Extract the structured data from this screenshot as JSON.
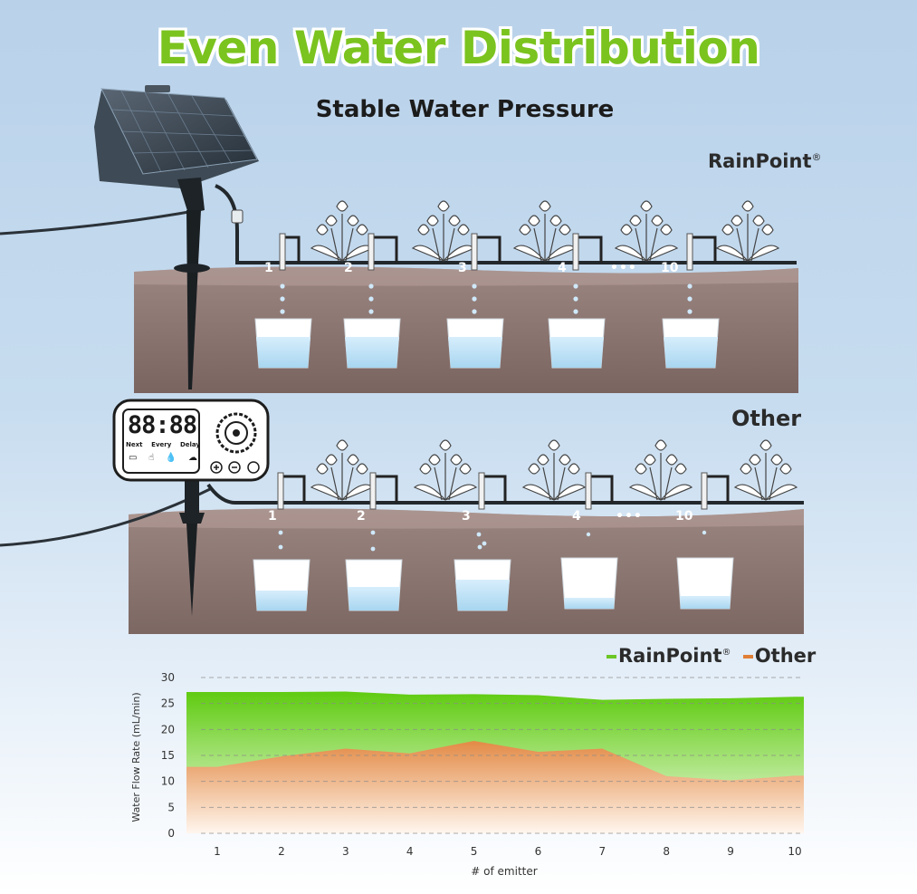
{
  "header": {
    "title": "Even Water Distribution",
    "subtitle": "Stable Water Pressure"
  },
  "brand": {
    "name": "RainPoint",
    "mark": "®"
  },
  "scene_top": {
    "emitter_labels": [
      "1",
      "2",
      "3",
      "4",
      "•••",
      "10"
    ]
  },
  "scene_bottom": {
    "label": "Other",
    "emitter_labels": [
      "1",
      "2",
      "3",
      "4",
      "•••",
      "10"
    ]
  },
  "controller": {
    "display": "88:88",
    "modes": [
      "Next",
      "Every",
      "Delay"
    ],
    "icons": [
      "battery-icon",
      "hand-icon",
      "drops-icon",
      "rain-cloud-icon"
    ],
    "buttons": [
      "plus-icon",
      "minus-icon",
      "ok-icon"
    ]
  },
  "chart_data": {
    "type": "area",
    "xlabel": "# of emitter",
    "ylabel": "Water Flow Rate (mL/min)",
    "x": [
      1,
      2,
      3,
      4,
      5,
      6,
      7,
      8,
      9,
      10
    ],
    "ylim": [
      0,
      30
    ],
    "yticks": [
      0,
      5,
      10,
      15,
      20,
      25,
      30
    ],
    "grid": "dashed-horizontal",
    "legend": "top-right",
    "series": [
      {
        "name": "RainPoint",
        "color": "#7cd128",
        "values": [
          27.2,
          27.2,
          27.3,
          26.7,
          26.8,
          26.6,
          25.7,
          25.9,
          26.0,
          26.3
        ]
      },
      {
        "name": "Other",
        "color": "#e07f35",
        "values": [
          12.8,
          14.8,
          16.3,
          15.4,
          17.8,
          15.7,
          16.3,
          11.0,
          10.2,
          11.1
        ]
      }
    ]
  }
}
